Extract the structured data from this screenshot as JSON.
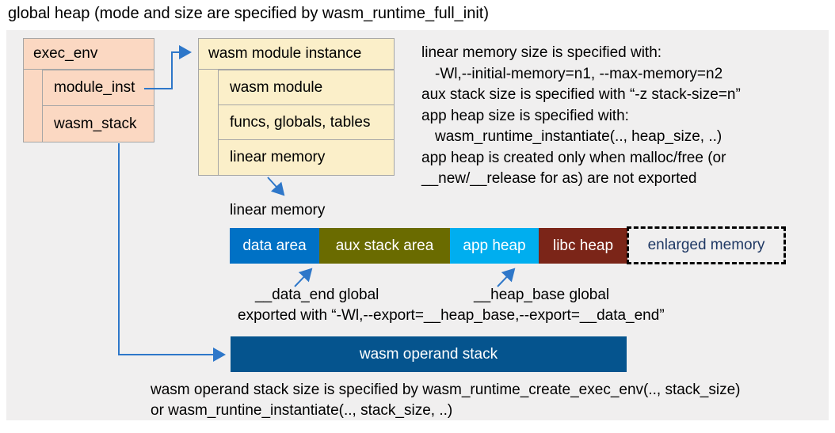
{
  "title": "global heap (mode and size are specified by wasm_runtime_full_init)",
  "exec_env": {
    "title": "exec_env",
    "children": [
      "module_inst",
      "wasm_stack"
    ]
  },
  "module_instance": {
    "title": "wasm module instance",
    "children": [
      "wasm module",
      "funcs, globals, tables",
      "linear memory"
    ]
  },
  "notes": {
    "lines": [
      {
        "text": "linear memory size is specified with:"
      },
      {
        "text": "-Wl,--initial-memory=n1, --max-memory=n2"
      },
      {
        "text": "aux stack size is specified with “-z stack-size=n”"
      },
      {
        "text": "app heap size is specified with:"
      },
      {
        "text": "wasm_runtime_instantiate(.., heap_size, ..)"
      },
      {
        "text": "app heap is created only when malloc/free (or"
      },
      {
        "text": "__new/__release for as) are not exported"
      }
    ]
  },
  "linear_memory": {
    "label": "linear memory",
    "segments": [
      {
        "label": "data area",
        "color": "#0071C5"
      },
      {
        "label": "aux stack area",
        "color": "#6A6B00"
      },
      {
        "label": "app heap",
        "color": "#00AEEF"
      },
      {
        "label": "libc heap",
        "color": "#7B2518"
      },
      {
        "label": "enlarged memory",
        "color": "transparent"
      }
    ]
  },
  "annotations": {
    "data_end": "__data_end global",
    "heap_base": "__heap_base global",
    "exported": "exported with “-Wl,--export=__heap_base,--export=__data_end”"
  },
  "operand_stack": {
    "label": "wasm operand stack",
    "color": "#05548E",
    "note_lines": [
      "wasm operand stack size is specified by wasm_runtime_create_exec_env(.., stack_size)",
      "or wasm_runtine_instantiate(.., stack_size, ..)"
    ]
  },
  "colors": {
    "panel_bg": "#F0EFEF",
    "exec_env_fill": "#FBD8C2",
    "module_instance_fill": "#FBEFC9",
    "box_border": "#A6A6A6",
    "arrow": "#2E77C9",
    "enlarged_text": "#1F3864"
  }
}
